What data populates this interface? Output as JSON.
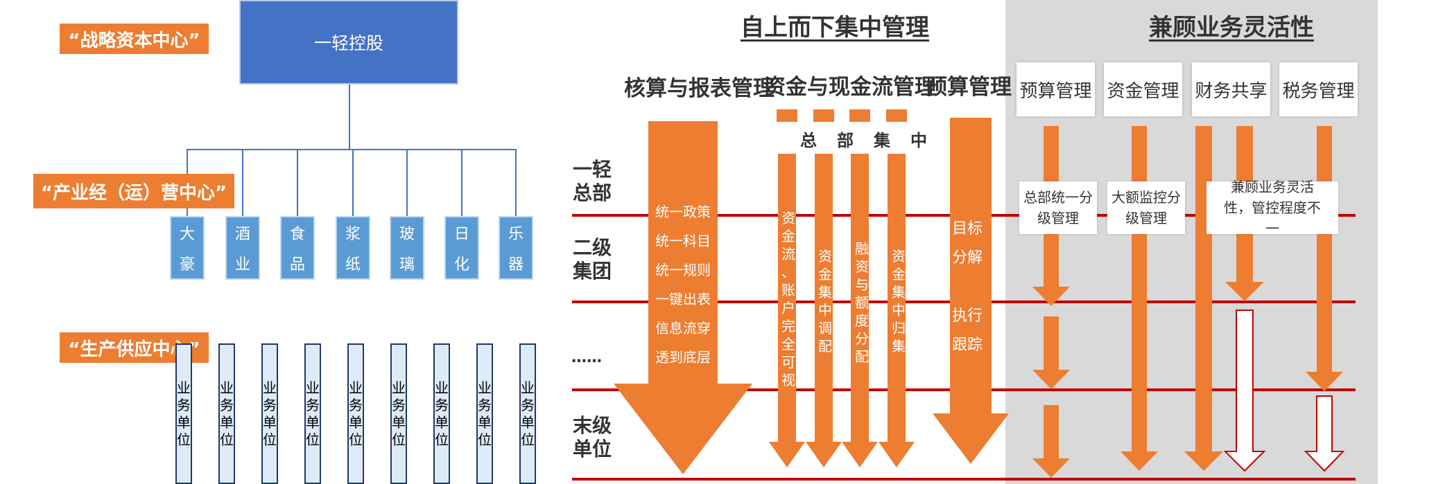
{
  "left": {
    "strategic_label": "“战略资本中心”",
    "top_company": "一轻控股",
    "industry_label": "“产业经（运）营中心”",
    "subsidiaries": [
      "大豪",
      "酒业",
      "食品",
      "浆纸",
      "玻璃",
      "日化",
      "乐器"
    ],
    "production_label": "“生产供应中心”",
    "unit_text": "业务单位",
    "unit_count": 9
  },
  "right": {
    "title_left": "自上而下集中管理",
    "title_right": "兼顾业务灵活性",
    "col_accounting": "核算与报表管理",
    "col_funds": "资金与现金流管理",
    "col_budget": "预算管理",
    "row_labels": [
      "一轻总部",
      "二级集团",
      "……",
      "末级单位"
    ],
    "accounting_items": [
      "统一政策",
      "统一科目",
      "统一规则",
      "一键出表",
      "信息流穿",
      "透到底层"
    ],
    "hq_chars": [
      "总",
      "部",
      "集",
      "中"
    ],
    "fund_columns": [
      "资金流、账户完全可视",
      "资金集中调配",
      "融资与额度分配",
      "资金集中归集"
    ],
    "budget_items": [
      "目标",
      "分解",
      "执行",
      "跟踪"
    ],
    "flex_headers": [
      "预算管理",
      "资金管理",
      "财务共享",
      "税务管理"
    ],
    "flex_notes": [
      "总部统一分级管理",
      "大额监控分级管理",
      "兼顾业务灵活性，管控程度不一"
    ]
  },
  "colors": {
    "orange": "#ED7D31",
    "blue": "#4472C4",
    "light_blue": "#5B9BD5",
    "red_line": "#C00000",
    "grey_panel": "#D9D9D9"
  }
}
